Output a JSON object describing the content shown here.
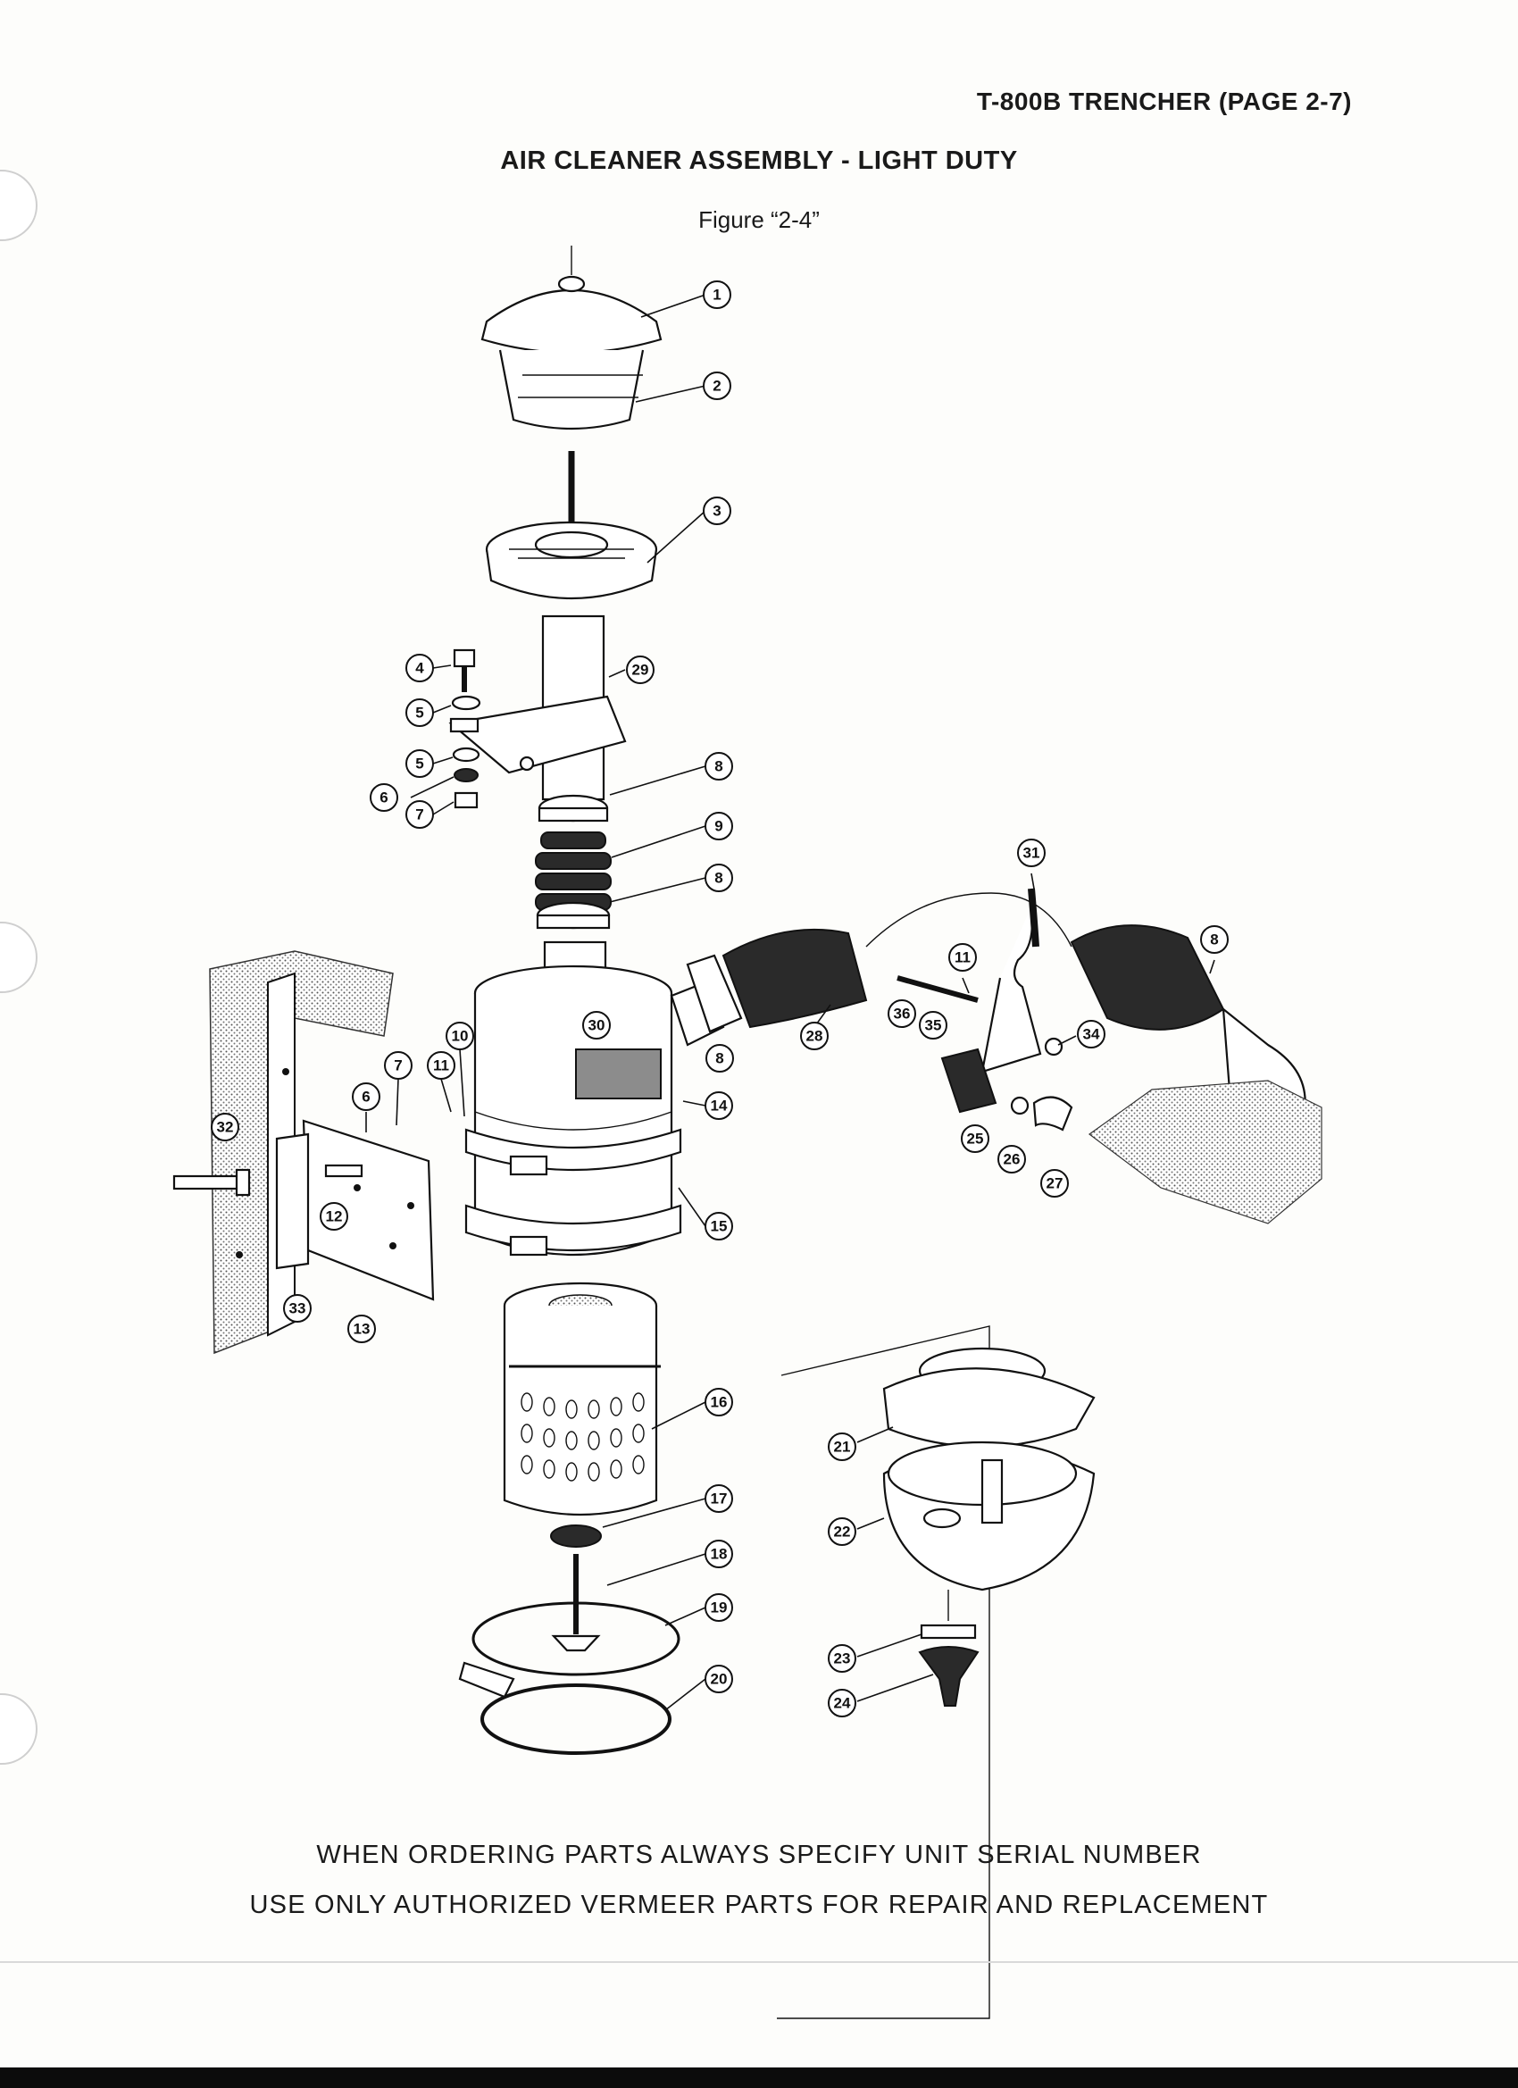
{
  "header": {
    "page_ref": "T-800B TRENCHER (PAGE 2-7)",
    "title": "AIR CLEANER ASSEMBLY - LIGHT DUTY",
    "figure": "Figure “2-4”"
  },
  "callouts": [
    "1",
    "2",
    "3",
    "4",
    "5",
    "5",
    "6",
    "7",
    "29",
    "8",
    "9",
    "8",
    "10",
    "11",
    "7",
    "6",
    "32",
    "12",
    "33",
    "13",
    "14",
    "15",
    "30",
    "8",
    "28",
    "31",
    "11",
    "36",
    "35",
    "34",
    "8",
    "25",
    "26",
    "27",
    "16",
    "17",
    "18",
    "19",
    "20",
    "21",
    "22",
    "23",
    "24"
  ],
  "footer": {
    "line1": "WHEN ORDERING PARTS ALWAYS SPECIFY UNIT SERIAL NUMBER",
    "line2": "USE ONLY AUTHORIZED VERMEER PARTS FOR REPAIR AND REPLACEMENT"
  }
}
